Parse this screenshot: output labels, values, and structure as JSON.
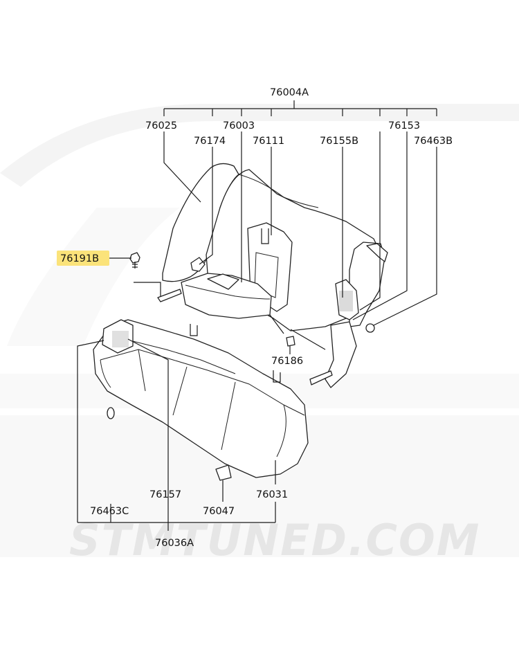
{
  "diagram": {
    "watermark": "STMTUNED.COM",
    "highlighted_part": "76191B",
    "labels": {
      "p76004A": "76004A",
      "p76025": "76025",
      "p76003": "76003",
      "p76174": "76174",
      "p76111": "76111",
      "p76155B": "76155B",
      "p76153": "76153",
      "p76463B": "76463B",
      "p76191B": "76191B",
      "p76186": "76186",
      "p76157": "76157",
      "p76031": "76031",
      "p76463C": "76463C",
      "p76047": "76047",
      "p76036A": "76036A"
    }
  }
}
